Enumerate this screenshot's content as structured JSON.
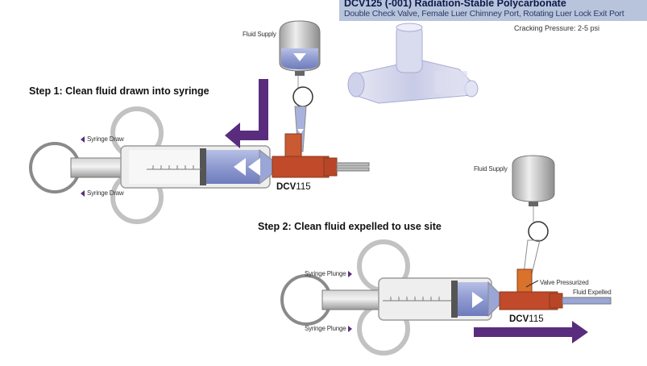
{
  "header": {
    "title": "DCV125 (-001) Radiation-Stable Polycarbonate",
    "subtitle": "Double Check Valve, Female Luer Chimney Port, Rotating Luer Lock Exit Port"
  },
  "cracking_pressure": "Cracking Pressure: 2-5 psi",
  "step1": {
    "title": "Step 1: Clean fluid drawn into syringe",
    "fluid_supply": "Fluid Supply",
    "syringe_draw_top": "Syringe Draw",
    "syringe_draw_bottom": "Syringe Draw",
    "model_bold": "DCV",
    "model_num": "115"
  },
  "step2": {
    "title": "Step 2: Clean fluid expelled to use site",
    "fluid_supply": "Fluid Supply",
    "syringe_plunge_top": "Syringe Plunge",
    "syringe_plunge_bottom": "Syringe Plunge",
    "valve_pressurized": "Valve Pressurized",
    "fluid_expelled": "Fluid Expelled",
    "model_bold": "DCV",
    "model_num": "115"
  },
  "colors": {
    "arrow_purple": "#5a2c7e",
    "header_band": "#b8c4dc",
    "fluid_blue": "#9aa6d6",
    "valve_red": "#c04a2a",
    "chimney_orange": "#d9722a"
  }
}
